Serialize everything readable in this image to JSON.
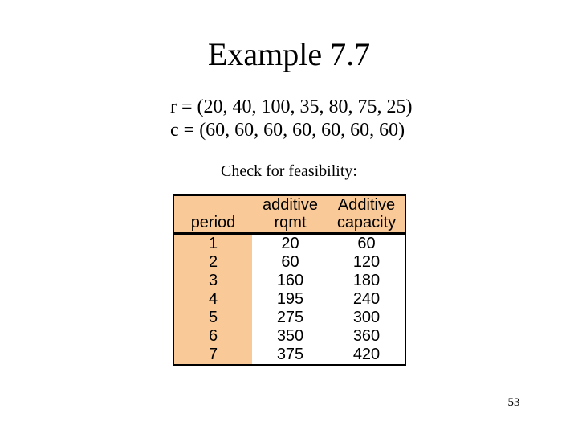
{
  "slide": {
    "title": "Example 7.7",
    "line_r": "r = (20, 40, 100, 35, 80, 75, 25)",
    "line_c": "c = (60, 60, 60, 60, 60, 60, 60)",
    "check_label": "Check for feasibility:",
    "page_number": "53"
  },
  "table": {
    "headers": {
      "period": "period",
      "rqmt": "additive\nrqmt",
      "capacity": "Additive\ncapacity"
    },
    "rows": [
      {
        "period": "1",
        "rqmt": "20",
        "capacity": "60"
      },
      {
        "period": "2",
        "rqmt": "60",
        "capacity": "120"
      },
      {
        "period": "3",
        "rqmt": "160",
        "capacity": "180"
      },
      {
        "period": "4",
        "rqmt": "195",
        "capacity": "240"
      },
      {
        "period": "5",
        "rqmt": "275",
        "capacity": "300"
      },
      {
        "period": "6",
        "rqmt": "350",
        "capacity": "360"
      },
      {
        "period": "7",
        "rqmt": "375",
        "capacity": "420"
      }
    ]
  },
  "colors": {
    "highlight_bg": "#FAC998",
    "border": "#000000",
    "background": "#FFFFFF",
    "text": "#000000"
  }
}
